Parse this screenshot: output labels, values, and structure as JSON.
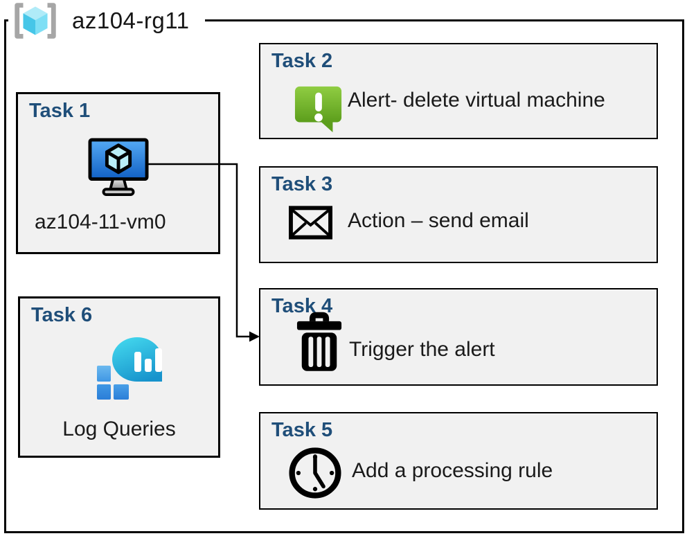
{
  "resource_group": {
    "title": "az104-rg11",
    "icon": "resource-group-icon"
  },
  "tasks": [
    {
      "header": "Task 1",
      "label": "az104-11-vm0",
      "icon": "virtual-machine-icon"
    },
    {
      "header": "Task 2",
      "label": "Alert- delete virtual machine",
      "icon": "alert-icon"
    },
    {
      "header": "Task 3",
      "label": "Action – send email",
      "icon": "email-icon"
    },
    {
      "header": "Task 4",
      "label": "Trigger the alert",
      "icon": "trash-icon"
    },
    {
      "header": "Task 5",
      "label": "Add a processing rule",
      "icon": "clock-icon"
    },
    {
      "header": "Task 6",
      "label": "Log Queries",
      "icon": "log-analytics-icon"
    }
  ],
  "connector": {
    "from": "task-1 virtual machine",
    "to": "task-4 box",
    "style": "elbow-arrow"
  },
  "colors": {
    "task_header": "#1f4e79",
    "box_fill": "#f1f1f1",
    "box_border": "#000000",
    "alert_green": "#76b82a",
    "vm_screen_blue": "#2f8ae0",
    "azure_square_blue": "#2e86dd",
    "droplet_cyan": "#2bbfe2",
    "rg_cube_cyan": "#5fd2ee",
    "bracket_gray": "#a6a6a6"
  }
}
